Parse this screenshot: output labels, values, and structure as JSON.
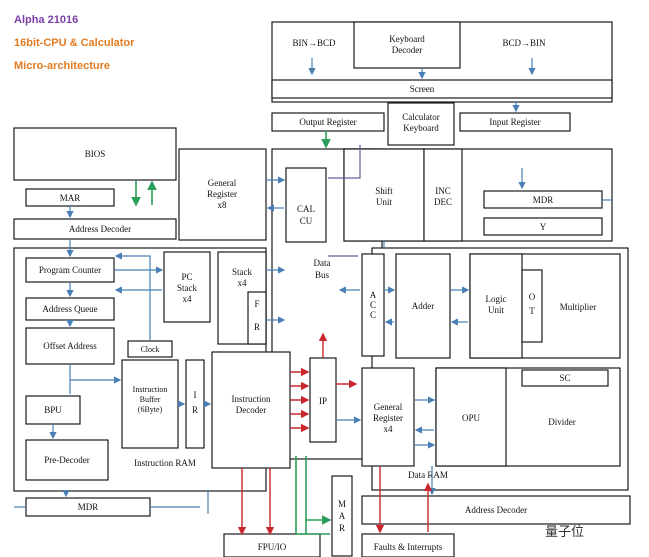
{
  "header": {
    "title": "Alpha 21016",
    "subtitle": "16bit-CPU & Calculator",
    "caption": "Micro-architecture",
    "title_color": "#7b3fa8",
    "subtitle_color": "#e07b22",
    "caption_color": "#e07b22"
  },
  "blocks": {
    "bin_bcd": "BIN→BCD",
    "keyboard_decoder_1": "Keyboard",
    "keyboard_decoder_2": "Decoder",
    "bcd_bin": "BCD→BIN",
    "screen": "Screen",
    "output_register": "Output Register",
    "calc_keyboard_1": "Calculator",
    "calc_keyboard_2": "Keyboard",
    "input_register": "Input Register",
    "bios": "BIOS",
    "mar_top": "MAR",
    "address_decoder_top": "Address Decoder",
    "general_register_1": "General",
    "general_register_2": "Register",
    "general_register_3": "x8",
    "cal_cu_1": "CAL",
    "cal_cu_2": "CU",
    "shift_unit_1": "Shift",
    "shift_unit_2": "Unit",
    "inc_dec_1": "INC",
    "inc_dec_2": "DEC",
    "mdr_right": "MDR",
    "y_reg": "Y",
    "program_counter": "Program Counter",
    "pc_stack_1": "PC",
    "pc_stack_2": "Stack",
    "pc_stack_3": "x4",
    "stack_1": "Stack",
    "stack_2": "x4",
    "fr_f": "F",
    "fr_r": "R",
    "data_bus_1": "Data",
    "data_bus_2": "Bus",
    "acc_a": "A",
    "acc_c1": "C",
    "acc_c2": "C",
    "adder": "Adder",
    "logic_unit_1": "Logic",
    "logic_unit_2": "Unit",
    "ot_o": "O",
    "ot_t": "T",
    "multiplier": "Multiplier",
    "address_queue": "Address Queue",
    "offset_address": "Offset Address",
    "clock": "Clock",
    "ibuf_1": "Instruction",
    "ibuf_2": "Buffer",
    "ibuf_3": "(6Byte)",
    "ir_i": "I",
    "ir_r": "R",
    "idec_1": "Instruction",
    "idec_2": "Decoder",
    "ip": "IP",
    "gr4_1": "General",
    "gr4_2": "Register",
    "gr4_3": "x4",
    "opu": "OPU",
    "sc": "SC",
    "divider": "Divider",
    "bpu": "BPU",
    "pre_decoder": "Pre-Decoder",
    "instruction_ram": "Instruction RAM",
    "data_ram": "Data RAM",
    "mdr_bottom": "MDR",
    "mar_m": "M",
    "mar_a": "A",
    "mar_r": "R",
    "address_decoder_bottom": "Address Decoder",
    "fpu_io": "FPU/IO",
    "faults_interrupts": "Faults & Interrupts"
  },
  "watermark": "量子位",
  "colors": {
    "line_blue": "#4a7fb5",
    "line_green": "#2aa05a",
    "line_red": "#c8282d",
    "line_purple": "#6a5a9a"
  }
}
